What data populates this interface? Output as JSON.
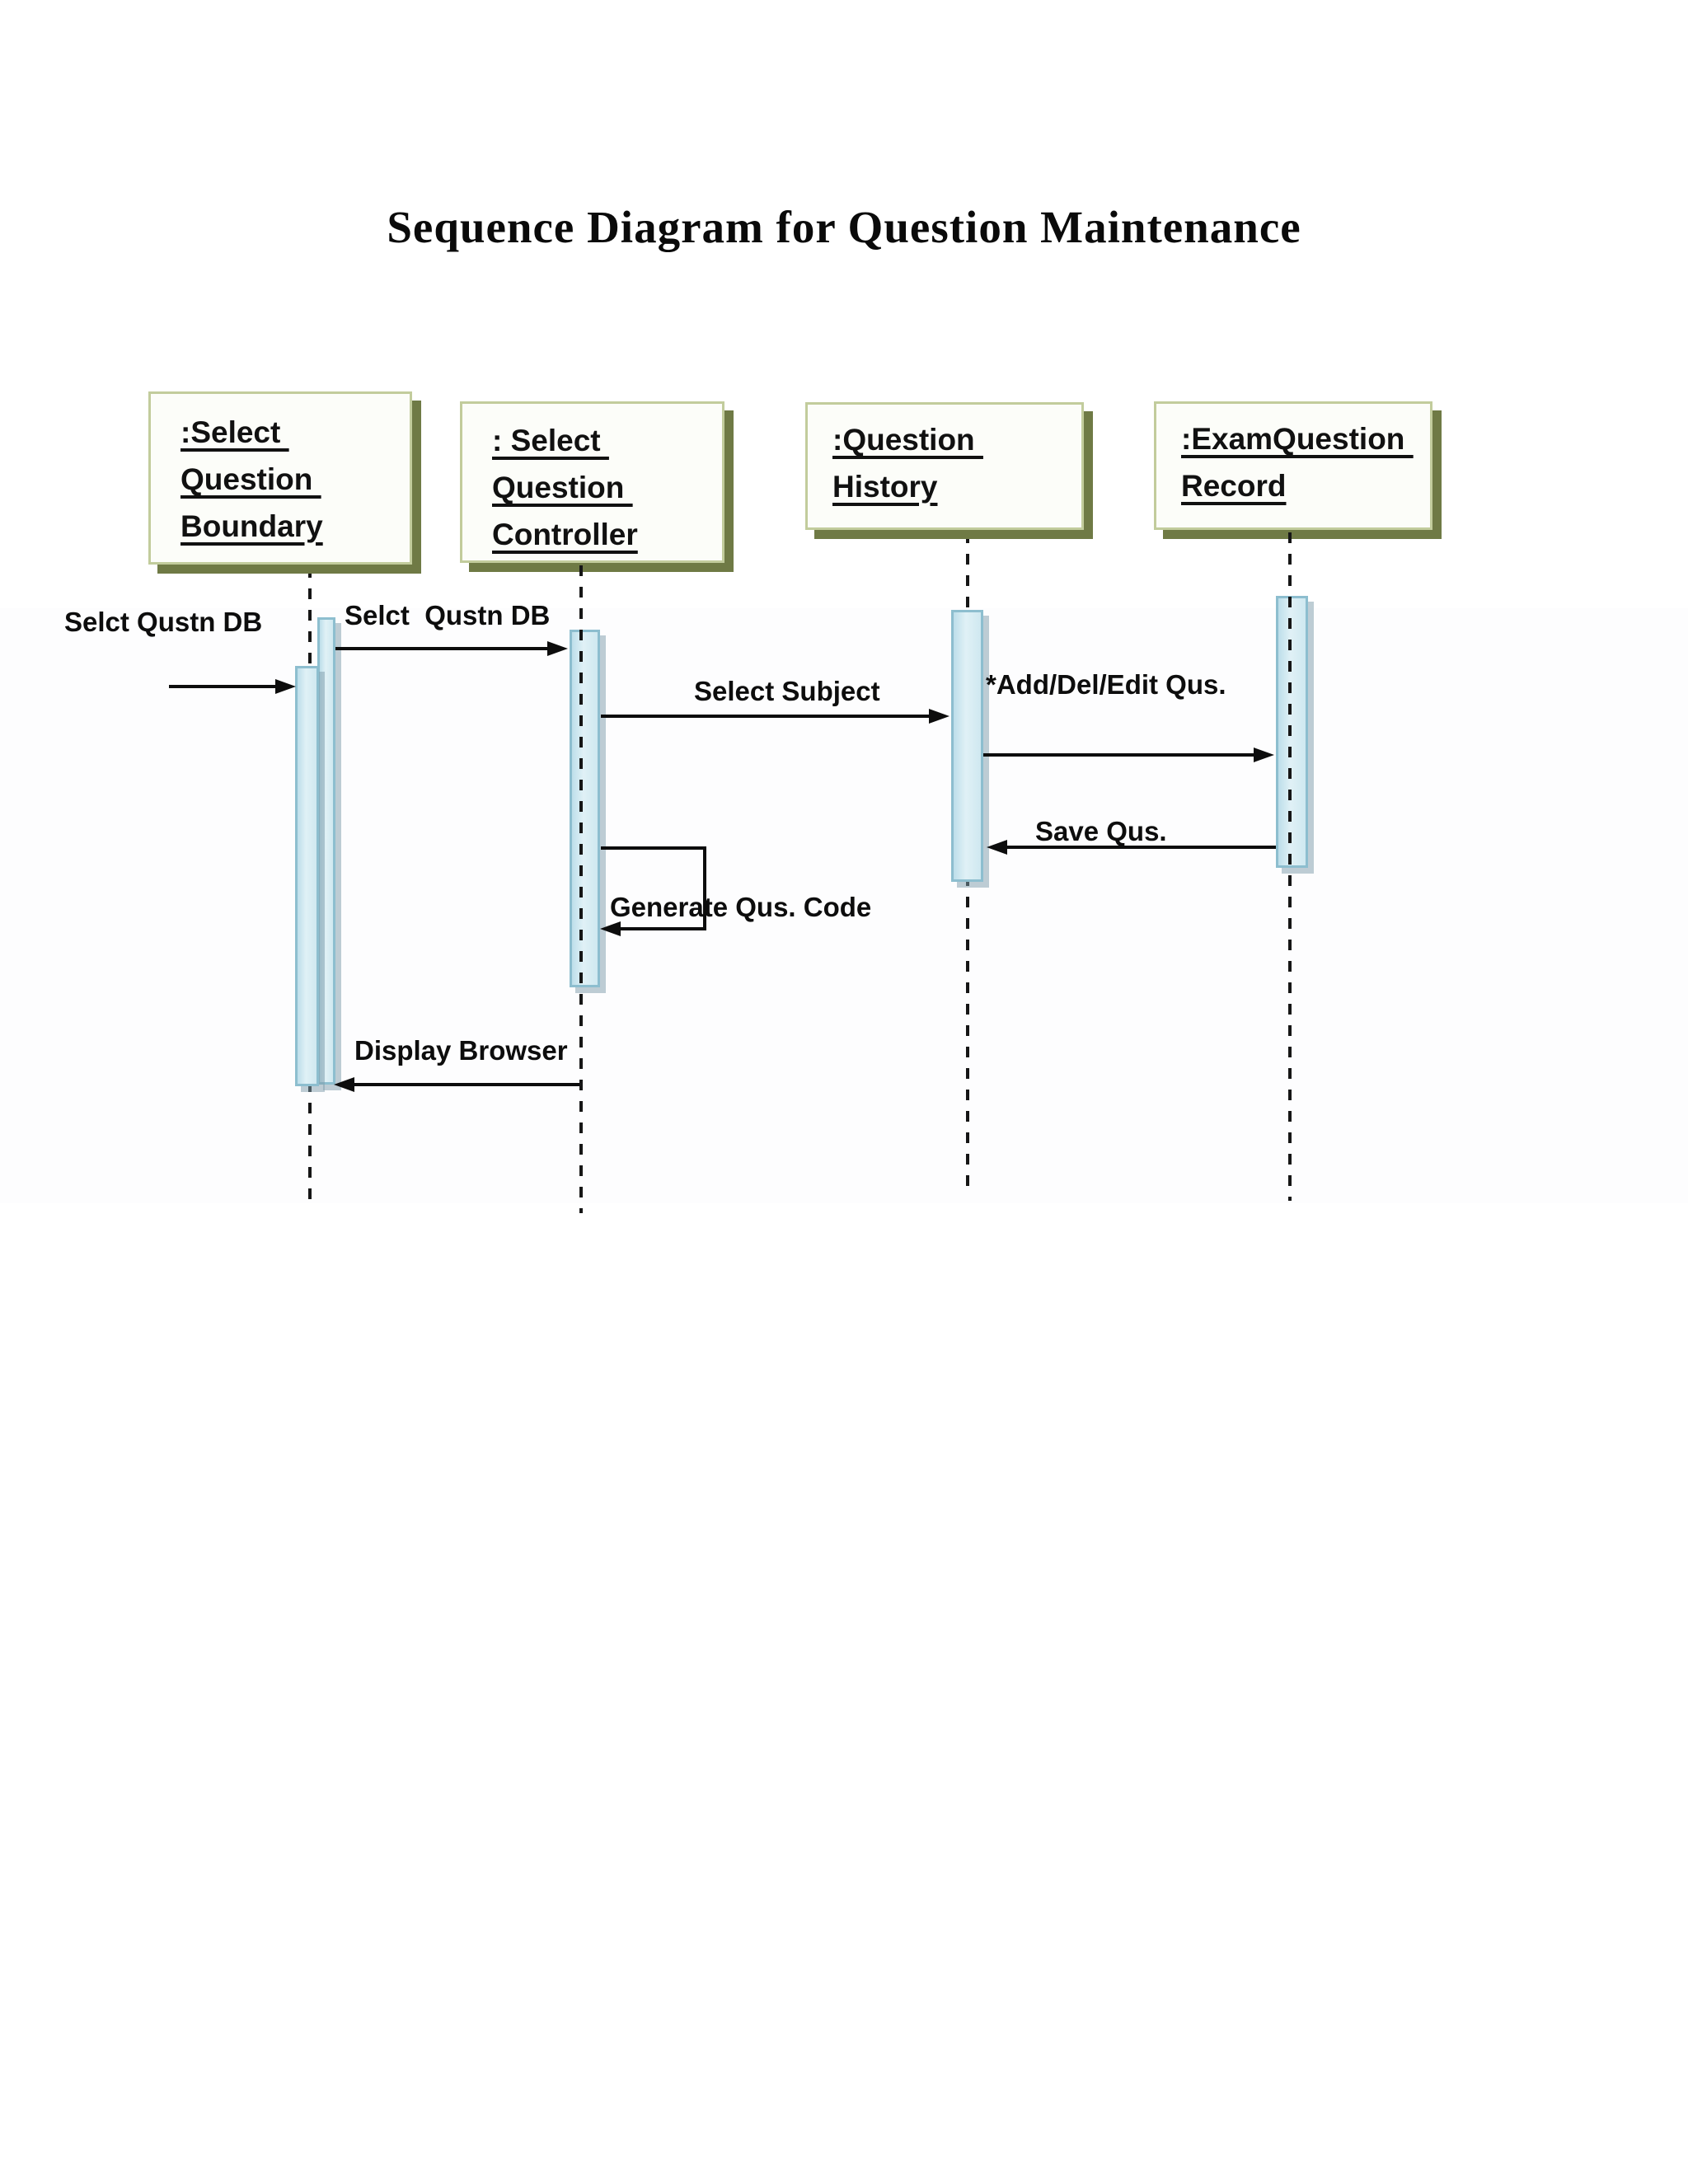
{
  "title": "Sequence Diagram for Question Maintenance",
  "diagram_type": "uml-sequence",
  "actors": [
    {
      "id": "select-question-boundary",
      "lines": [
        ":Select ",
        "Question ",
        "Boundary"
      ]
    },
    {
      "id": "select-question-controller",
      "lines": [
        ": Select ",
        "Question ",
        "Controller"
      ]
    },
    {
      "id": "question-history",
      "lines": [
        ":Question ",
        "History"
      ]
    },
    {
      "id": "exam-question-record",
      "lines": [
        ":ExamQuestion ",
        "Record"
      ]
    }
  ],
  "messages": [
    {
      "label": "Selct Qustn DB",
      "from": "user",
      "to": "select-question-boundary",
      "direction": "right"
    },
    {
      "label": "Selct  Qustn DB",
      "from": "select-question-boundary",
      "to": "select-question-controller",
      "direction": "right"
    },
    {
      "label": "Select Subject",
      "from": "select-question-controller",
      "to": "question-history",
      "direction": "right"
    },
    {
      "label": "*Add/Del/Edit Qus.",
      "from": "question-history",
      "to": "exam-question-record",
      "direction": "right"
    },
    {
      "label": "Save Qus.",
      "from": "exam-question-record",
      "to": "question-history",
      "direction": "left"
    },
    {
      "label": "Generate Qus. Code",
      "from": "select-question-controller",
      "to": "select-question-controller",
      "direction": "self"
    },
    {
      "label": "Display Browser",
      "from": "select-question-controller",
      "to": "select-question-boundary",
      "direction": "left"
    }
  ],
  "colors": {
    "background": "#ffffff",
    "actor_box_fill": "#fcfdf9",
    "actor_box_border": "#c2cc9c",
    "actor_box_shadow": "#6f7a45",
    "activation_fill": "#d6ebf3",
    "activation_border": "#8dbecf",
    "line": "#0d0d0d",
    "text": "#111111"
  }
}
